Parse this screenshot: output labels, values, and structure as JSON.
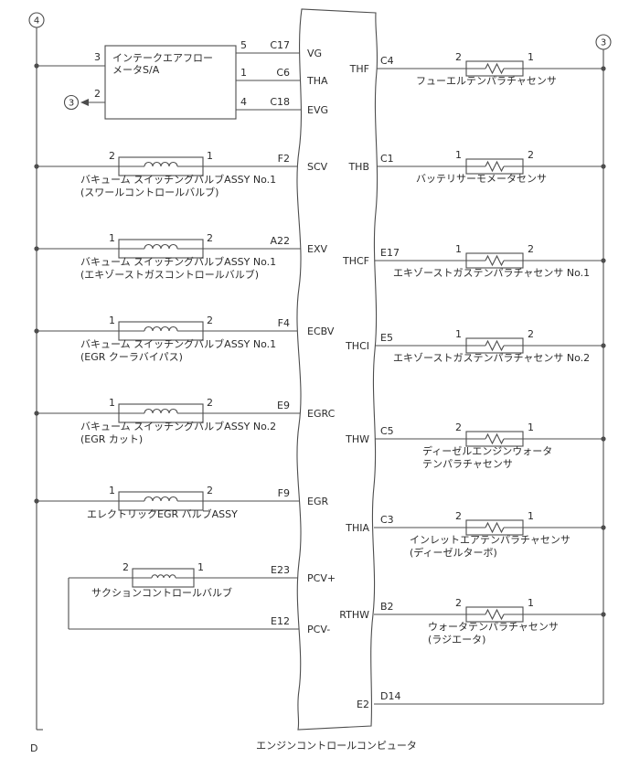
{
  "diagram": {
    "ecu_label": "エンジンコントロールコンピュータ",
    "bottom_left_label": "D",
    "marker_top_left": "4",
    "marker_top_right": "3",
    "marker_inline": "3"
  },
  "airflow": {
    "name_line1": "インテークエアフロー",
    "name_line2": "メータS/A",
    "pin_3": "3",
    "pin_2": "2",
    "pin_5": "5",
    "pin_1": "1",
    "pin_4": "4",
    "conn_vg": "C17",
    "conn_tha": "C6",
    "conn_evg": "C18",
    "ecu_vg": "VG",
    "ecu_tha": "THA",
    "ecu_evg": "EVG"
  },
  "valves": [
    {
      "pin_l": "2",
      "pin_r": "1",
      "conn": "F2",
      "ecu": "SCV",
      "cap1": "バキューム スイッチングバルブASSY No.1",
      "cap2": "(スワールコントロールバルブ)"
    },
    {
      "pin_l": "1",
      "pin_r": "2",
      "conn": "A22",
      "ecu": "EXV",
      "cap1": "バキューム スイッチングバルブASSY No.1",
      "cap2": "(エキゾーストガスコントロールバルブ)"
    },
    {
      "pin_l": "1",
      "pin_r": "2",
      "conn": "F4",
      "ecu": "ECBV",
      "cap1": "バキューム スイッチングバルブASSY No.1",
      "cap2": "(EGR クーラバイパス)"
    },
    {
      "pin_l": "1",
      "pin_r": "2",
      "conn": "E9",
      "ecu": "EGRC",
      "cap1": "バキューム スイッチングバルブASSY No.2",
      "cap2": "(EGR カット)"
    },
    {
      "pin_l": "1",
      "pin_r": "2",
      "conn": "F9",
      "ecu": "EGR",
      "cap1": "エレクトリックEGR バルブASSY"
    }
  ],
  "suction": {
    "pin_l": "2",
    "pin_r": "1",
    "conn_top": "E23",
    "ecu_top": "PCV+",
    "conn_bottom": "E12",
    "ecu_bottom": "PCV-",
    "cap": "サクションコントロールバルブ"
  },
  "sensors": [
    {
      "ecu": "THF",
      "conn": "C4",
      "pin_l": "2",
      "pin_r": "1",
      "cap1": "フューエルテンパラチャセンサ"
    },
    {
      "ecu": "THB",
      "conn": "C1",
      "pin_l": "1",
      "pin_r": "2",
      "cap1": "バッテリサーモメータセンサ"
    },
    {
      "ecu": "THCF",
      "conn": "E17",
      "pin_l": "1",
      "pin_r": "2",
      "cap1": "エキゾーストガステンパラチャセンサ No.1"
    },
    {
      "ecu": "THCI",
      "conn": "E5",
      "pin_l": "1",
      "pin_r": "2",
      "cap1": "エキゾーストガステンパラチャセンサ No.2"
    },
    {
      "ecu": "THW",
      "conn": "C5",
      "pin_l": "2",
      "pin_r": "1",
      "cap1": "ディーゼルエンジンウォータ",
      "cap2": "テンパラチャセンサ"
    },
    {
      "ecu": "THIA",
      "conn": "C3",
      "pin_l": "2",
      "pin_r": "1",
      "cap1": "インレットエアテンパラチャセンサ",
      "cap2": "(ディーゼルターボ)"
    },
    {
      "ecu": "RTHW",
      "conn": "B2",
      "pin_l": "2",
      "pin_r": "1",
      "cap1": "ウォータテンパラチャセンサ",
      "cap2": "(ラジエータ)"
    }
  ],
  "ground": {
    "ecu": "E2",
    "conn": "D14"
  }
}
